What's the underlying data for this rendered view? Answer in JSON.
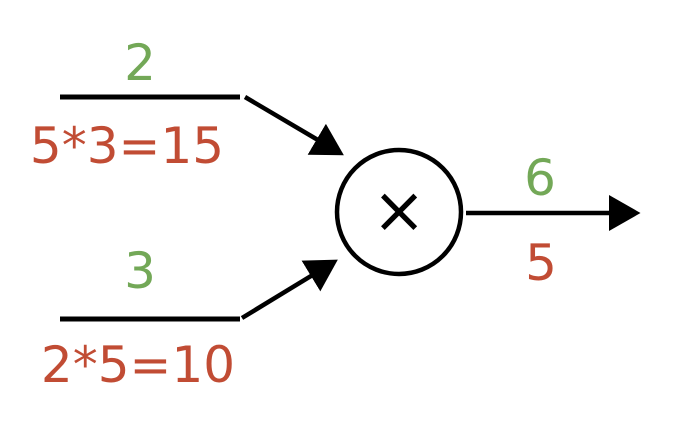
{
  "colors": {
    "forward": "#73a857",
    "backward": "#c14c34",
    "edge": "#000000"
  },
  "node": {
    "operator": "×",
    "icon": "multiply-icon"
  },
  "inputs": [
    {
      "forward_value": "2",
      "gradient": "5*3=15"
    },
    {
      "forward_value": "3",
      "gradient": "2*5=10"
    }
  ],
  "output": {
    "forward_value": "6",
    "gradient": "5"
  }
}
